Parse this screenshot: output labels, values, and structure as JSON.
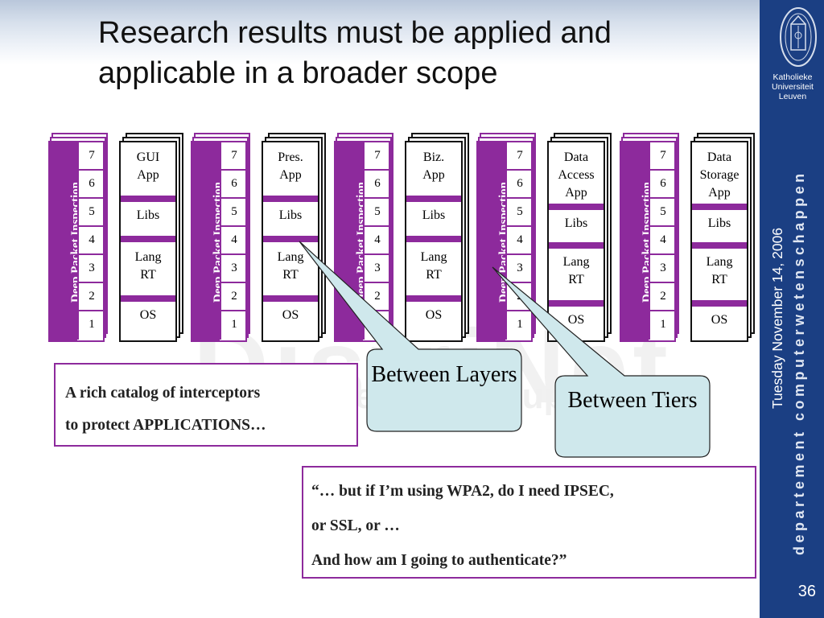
{
  "title": {
    "line1": "Research results must be applied and",
    "line2": "applicable in a broader scope"
  },
  "sidebar": {
    "university": [
      "Katholieke",
      "Universiteit",
      "Leuven"
    ],
    "department": "departement computerwetenschappen",
    "date": "Tuesday November 14, 2006",
    "page": "36",
    "logo_icon": "university-seal-icon",
    "color": "#1b3f83"
  },
  "watermark": {
    "text": "DistriNet",
    "subtext": "Research Group"
  },
  "colors": {
    "accent": "#8d2a9c",
    "callout_fill": "#cfe8ec"
  },
  "osi_stacks": [
    {
      "label": "Deep Packet Inspection",
      "layers": [
        "7",
        "6",
        "5",
        "4",
        "3",
        "2",
        "1"
      ]
    },
    {
      "label": "Deep Packet Inspection",
      "layers": [
        "7",
        "6",
        "5",
        "4",
        "3",
        "2",
        "1"
      ]
    },
    {
      "label": "Deep Packet Inspection",
      "layers": [
        "7",
        "6",
        "5",
        "4",
        "3",
        "2",
        "1"
      ]
    },
    {
      "label": "Deep Packet Inspection",
      "layers": [
        "7",
        "6",
        "5",
        "4",
        "3",
        "2",
        "1"
      ]
    },
    {
      "label": "Deep Packet Inspection",
      "layers": [
        "7",
        "6",
        "5",
        "4",
        "3",
        "2",
        "1"
      ]
    }
  ],
  "app_stacks": [
    {
      "app": "GUI App",
      "libs": "Libs",
      "rt": "Lang RT",
      "os": "OS"
    },
    {
      "app": "Pres. App",
      "libs": "Libs",
      "rt": "Lang RT",
      "os": "OS"
    },
    {
      "app": "Biz. App",
      "libs": "Libs",
      "rt": "Lang RT",
      "os": "OS"
    },
    {
      "app": "Data Access App",
      "libs": "Libs",
      "rt": "Lang RT",
      "os": "OS"
    },
    {
      "app": "Data Storage App",
      "libs": "Libs",
      "rt": "Lang RT",
      "os": "OS"
    }
  ],
  "callouts": {
    "layers": "Between Layers",
    "tiers": "Between Tiers"
  },
  "box1": {
    "line1": "A rich catalog of interceptors",
    "line2": "to protect APPLICATIONS…"
  },
  "box2": {
    "line1": "“… but if I’m using WPA2, do I need IPSEC,",
    "line2": "or SSL, or …",
    "line3": "And how am I going to authenticate?”"
  }
}
